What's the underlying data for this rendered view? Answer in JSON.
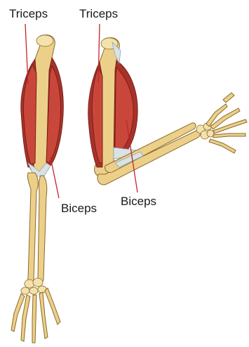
{
  "labels": {
    "left_triceps": "Triceps",
    "right_triceps": "Triceps",
    "left_biceps": "Biceps",
    "right_biceps": "Biceps"
  },
  "colors": {
    "muscle": "#c9473a",
    "bone": "#ecd08a",
    "leader_line": "#c0262a"
  }
}
